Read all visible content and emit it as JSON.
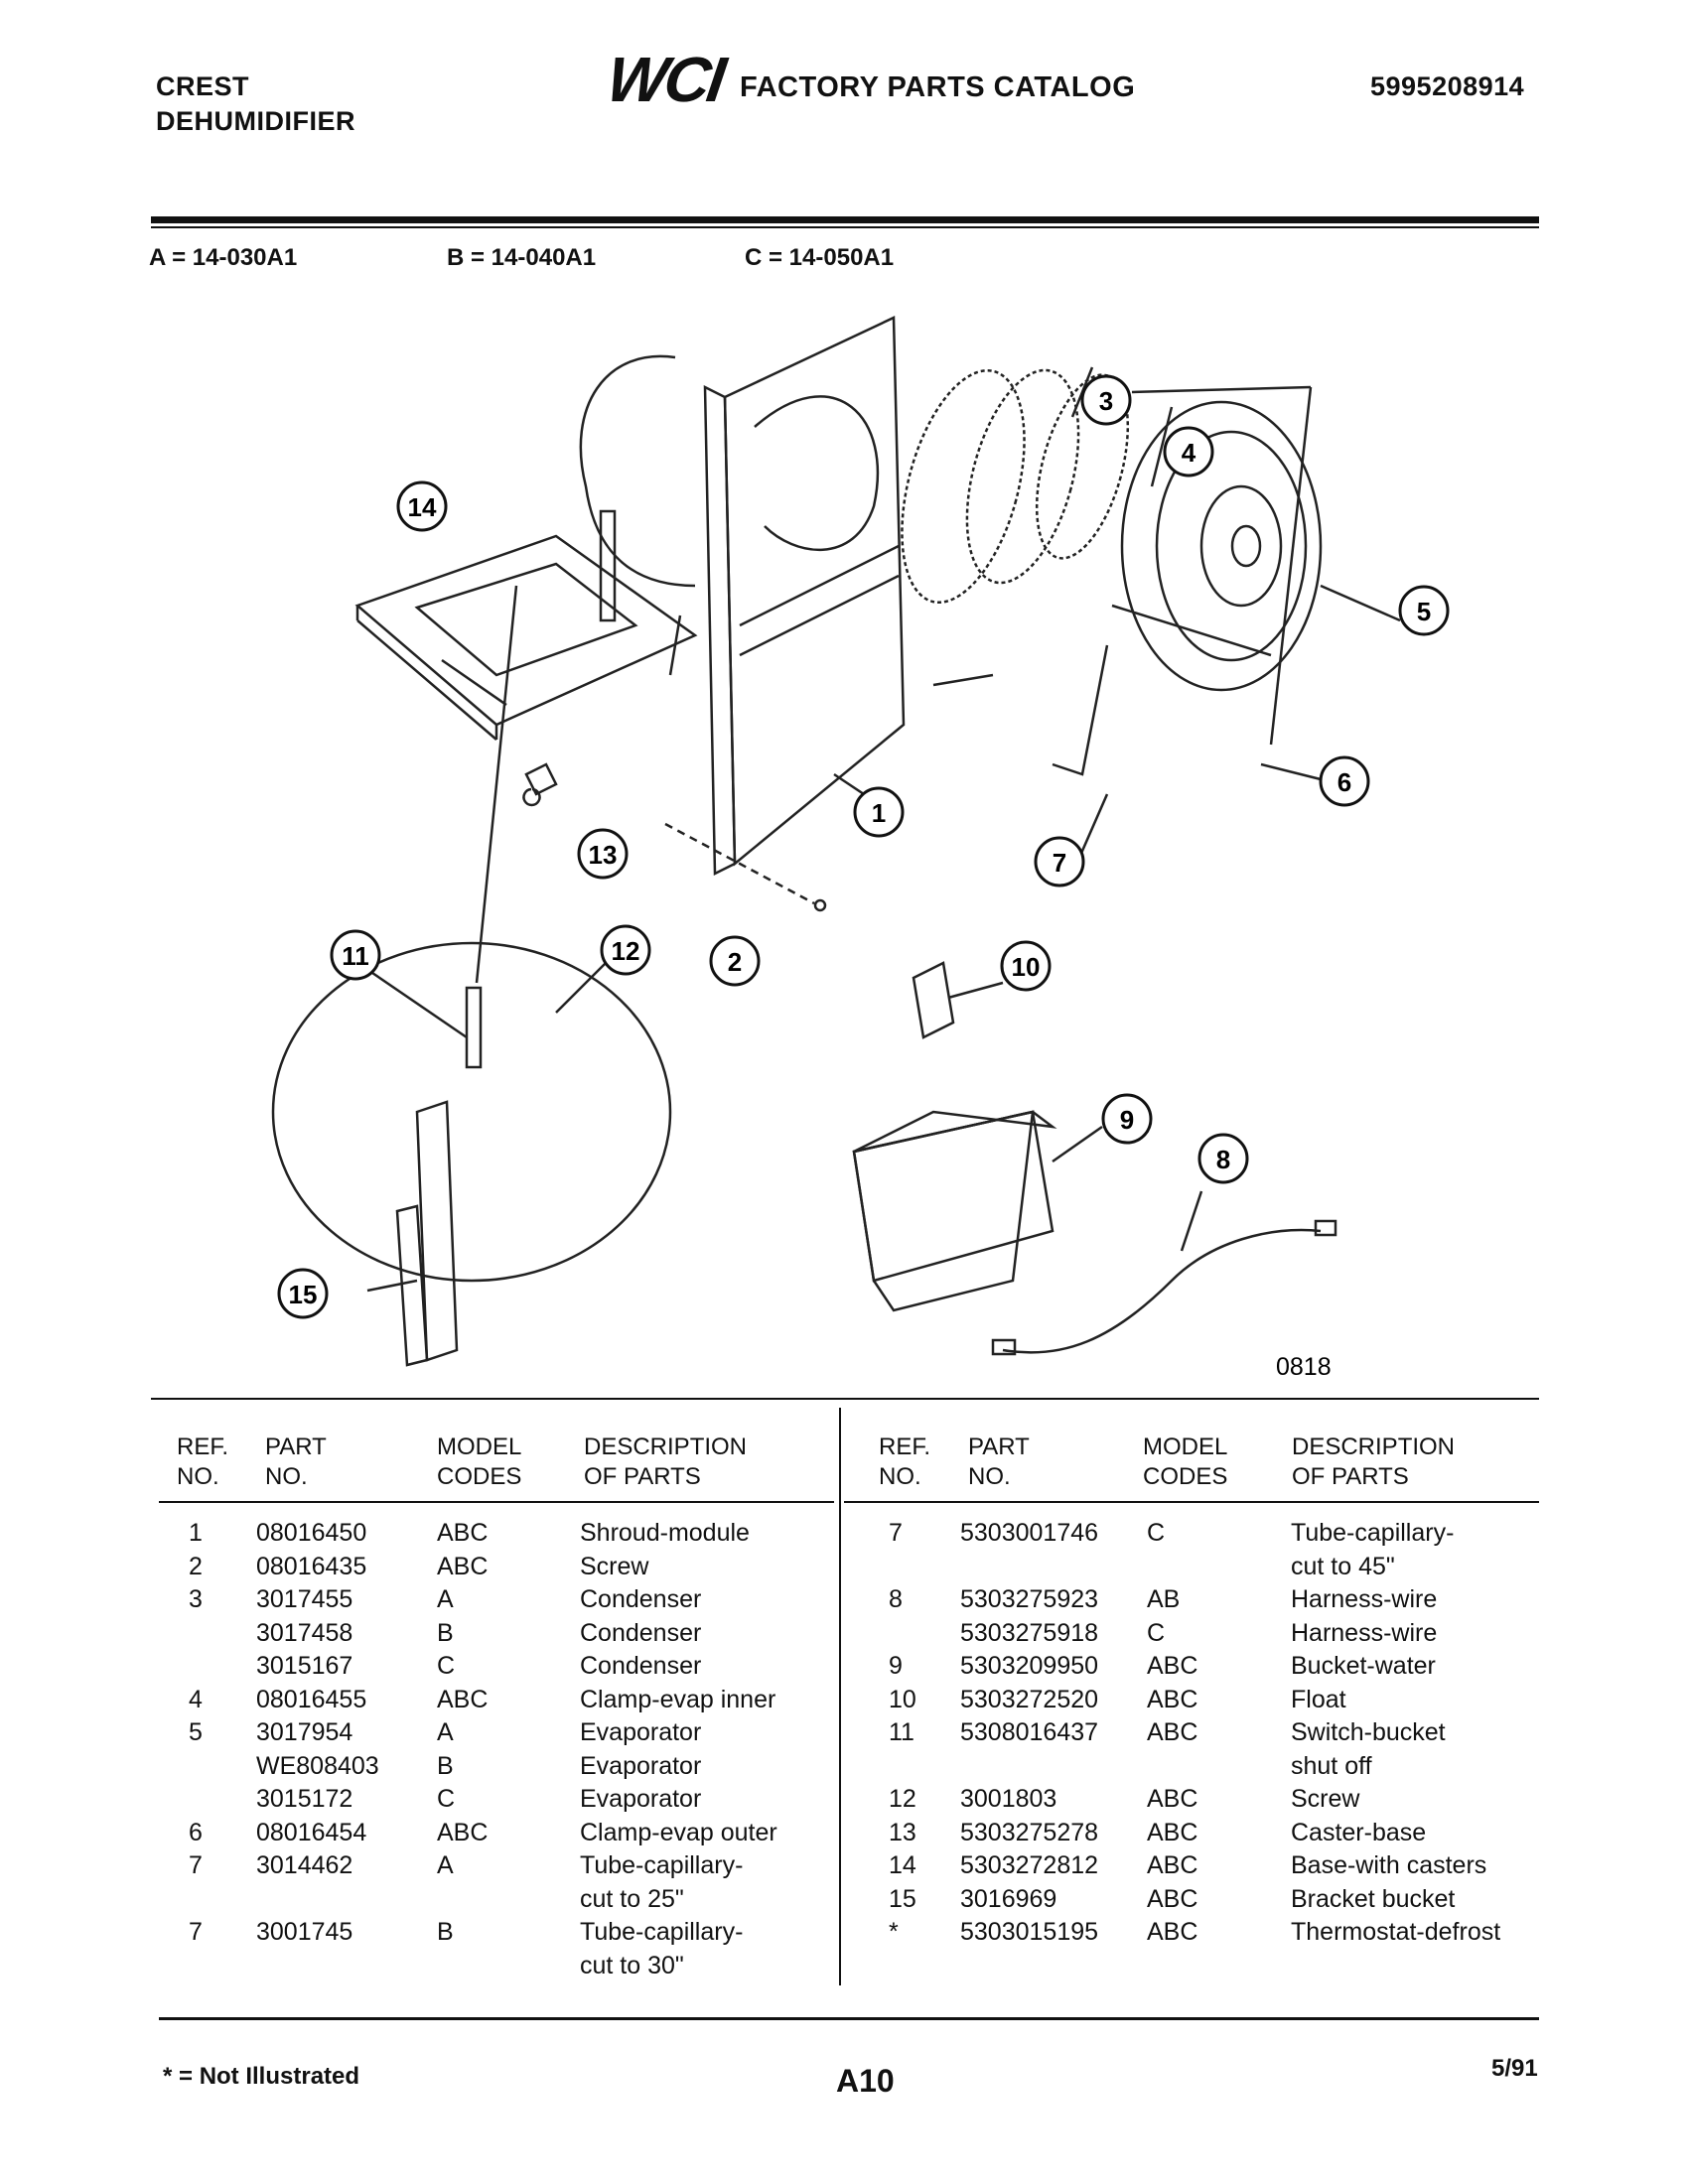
{
  "header": {
    "brand": "CREST",
    "product": "DEHUMIDIFIER",
    "logo": "WCI",
    "catalog_title": "FACTORY PARTS CATALOG",
    "catalog_number": "5995208914"
  },
  "models": [
    {
      "code": "A",
      "model": "14-030A1",
      "text": "A = 14-030A1"
    },
    {
      "code": "B",
      "model": "14-040A1",
      "text": "B = 14-040A1"
    },
    {
      "code": "C",
      "model": "14-050A1",
      "text": "C = 14-050A1"
    }
  ],
  "diagram": {
    "figure_code": "0818",
    "callouts": [
      "1",
      "2",
      "3",
      "4",
      "5",
      "6",
      "7",
      "8",
      "9",
      "10",
      "11",
      "12",
      "13",
      "14",
      "15"
    ]
  },
  "table": {
    "headers": {
      "ref": [
        "REF.",
        "NO."
      ],
      "part": [
        "PART",
        "NO."
      ],
      "model": [
        "MODEL",
        "CODES"
      ],
      "desc": [
        "DESCRIPTION",
        "OF PARTS"
      ]
    },
    "left_rows": [
      {
        "ref": "1",
        "part": "08016450",
        "model": "ABC",
        "desc": "Shroud-module"
      },
      {
        "ref": "2",
        "part": "08016435",
        "model": "ABC",
        "desc": "Screw"
      },
      {
        "ref": "3",
        "part": "3017455",
        "model": "A",
        "desc": "Condenser"
      },
      {
        "ref": "",
        "part": "3017458",
        "model": "B",
        "desc": "Condenser"
      },
      {
        "ref": "",
        "part": "3015167",
        "model": "C",
        "desc": "Condenser"
      },
      {
        "ref": "4",
        "part": "08016455",
        "model": "ABC",
        "desc": "Clamp-evap inner"
      },
      {
        "ref": "5",
        "part": "3017954",
        "model": "A",
        "desc": "Evaporator"
      },
      {
        "ref": "",
        "part": "WE808403",
        "model": "B",
        "desc": "Evaporator"
      },
      {
        "ref": "",
        "part": "3015172",
        "model": "C",
        "desc": "Evaporator"
      },
      {
        "ref": "6",
        "part": "08016454",
        "model": "ABC",
        "desc": "Clamp-evap outer"
      },
      {
        "ref": "7",
        "part": "3014462",
        "model": "A",
        "desc": "Tube-capillary-",
        "desc2": "cut to 25\""
      },
      {
        "ref": "7",
        "part": "3001745",
        "model": "B",
        "desc": "Tube-capillary-",
        "desc2": "cut to 30\""
      }
    ],
    "right_rows": [
      {
        "ref": "7",
        "part": "5303001746",
        "model": "C",
        "desc": "Tube-capillary-",
        "desc2": "cut to 45\""
      },
      {
        "ref": "8",
        "part": "5303275923",
        "model": "AB",
        "desc": "Harness-wire"
      },
      {
        "ref": "",
        "part": "5303275918",
        "model": "C",
        "desc": "Harness-wire"
      },
      {
        "ref": "9",
        "part": "5303209950",
        "model": "ABC",
        "desc": "Bucket-water"
      },
      {
        "ref": "10",
        "part": "5303272520",
        "model": "ABC",
        "desc": "Float"
      },
      {
        "ref": "11",
        "part": "5308016437",
        "model": "ABC",
        "desc": "Switch-bucket",
        "desc2": "shut off"
      },
      {
        "ref": "12",
        "part": "3001803",
        "model": "ABC",
        "desc": "Screw"
      },
      {
        "ref": "13",
        "part": "5303275278",
        "model": "ABC",
        "desc": "Caster-base"
      },
      {
        "ref": "14",
        "part": "5303272812",
        "model": "ABC",
        "desc": "Base-with casters"
      },
      {
        "ref": "15",
        "part": "3016969",
        "model": "ABC",
        "desc": "Bracket bucket"
      },
      {
        "ref": "*",
        "part": "5303015195",
        "model": "ABC",
        "desc": "Thermostat-defrost"
      }
    ]
  },
  "footer": {
    "note": "* = Not Illustrated",
    "page": "A10",
    "date": "5/91"
  }
}
